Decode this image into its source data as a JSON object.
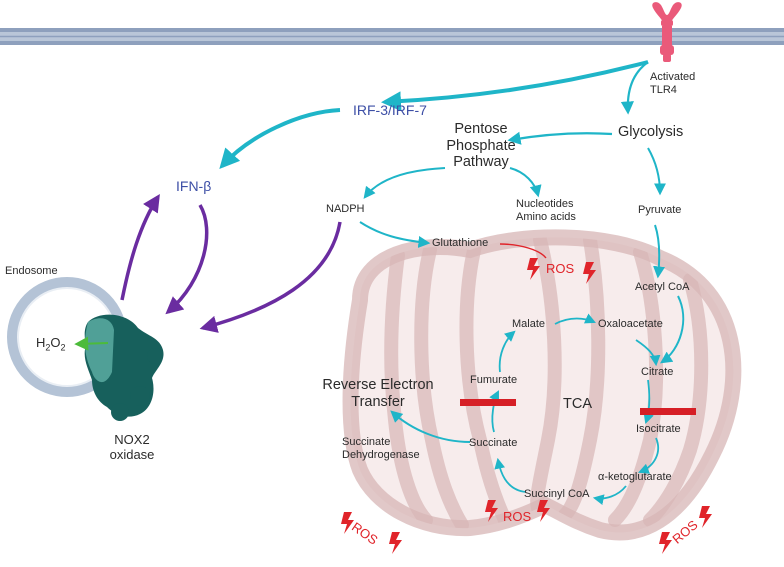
{
  "labels": {
    "activated_tlr4": [
      "Activated",
      "TLR4"
    ],
    "glycolysis": "Glycolysis",
    "pentose_phosphate_pathway": [
      "Pentose",
      "Phosphate",
      "Pathway"
    ],
    "irf": "IRF-3/IRF-7",
    "ifn_beta": "IFN-β",
    "nadph": "NADPH",
    "nucleotides": [
      "Nucleotides",
      "Amino acids"
    ],
    "pyruvate": "Pyruvate",
    "glutathione": "Glutathione",
    "acetyl_coa": "Acetyl CoA",
    "endosome": "Endosome",
    "h2o2": {
      "base": "H",
      "sub1": "2",
      "mid": "O",
      "sub2": "2"
    },
    "nox2": [
      "NOX2",
      "oxidase"
    ],
    "reverse_electron_transfer": [
      "Reverse Electron",
      "Transfer"
    ],
    "succinate_dehydrogenase": [
      "Succinate",
      "Dehydrogenase"
    ],
    "tca_cycle": {
      "center": "TCA",
      "malate": "Malate",
      "oxaloacetate": "Oxaloacetate",
      "citrate": "Citrate",
      "isocitrate": "Isocitrate",
      "alpha_ketoglutarate": "α-ketoglutarate",
      "succinyl_coa": "Succinyl CoA",
      "succinate": "Succinate",
      "fumurate": "Fumurate"
    },
    "ros": [
      "ROS",
      "ROS",
      "ROS",
      "ROS"
    ]
  },
  "colors": {
    "membrane": "#8ea0bd",
    "membrane_inner": "#b9c6d8",
    "receptor": "#ea5a7a",
    "arrow_cyan": "#1fb5c8",
    "arrow_purple": "#6a2ca0",
    "text_blue": "#3d4fa6",
    "ros_red": "#e0242a",
    "inhibition_bar": "#d61f26",
    "mitochondrion": "#b87c7c",
    "nox2": "#17605c",
    "h2o2_arrow": "#4cbb3a",
    "endosome_ring": "#b4c3d6"
  }
}
